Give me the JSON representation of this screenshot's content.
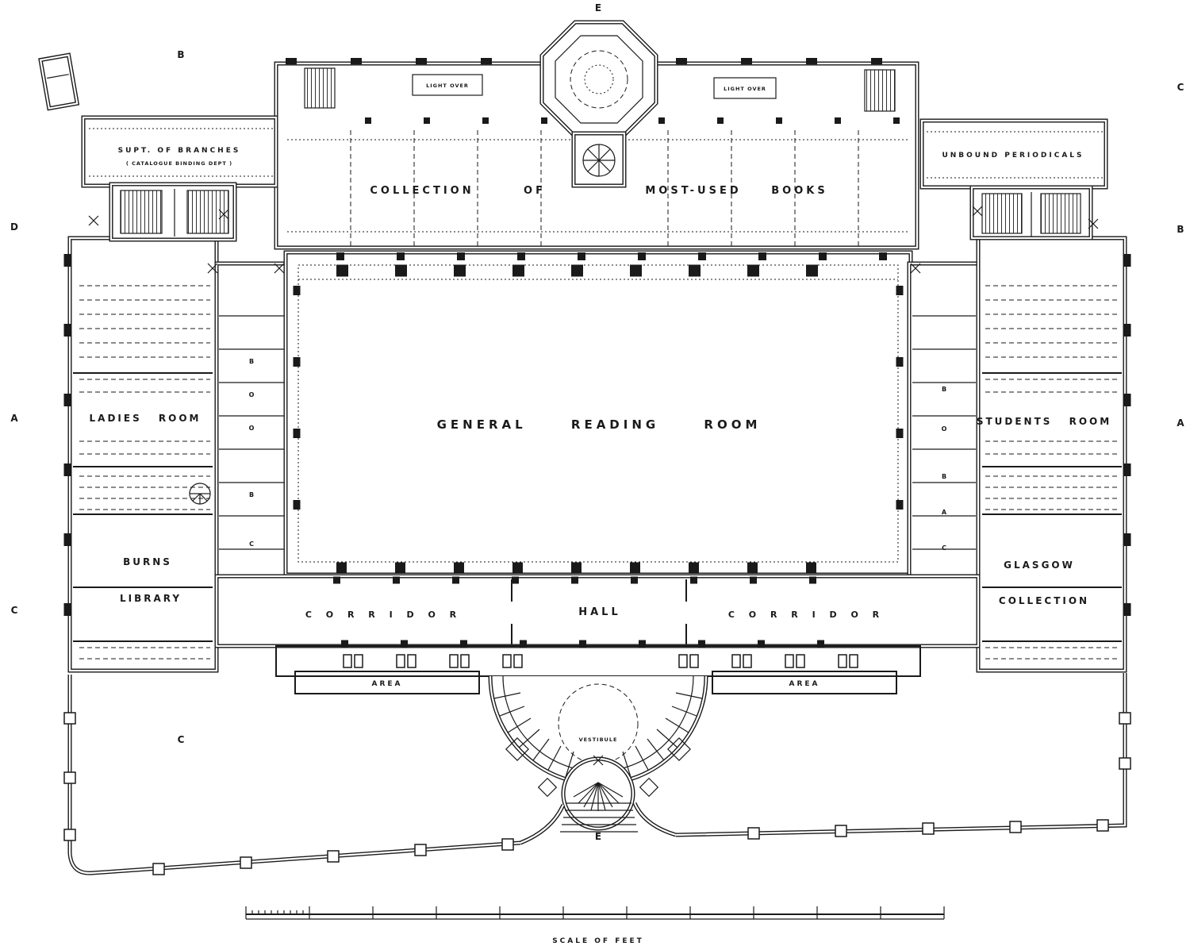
{
  "labels": {
    "supt_of_branches": "SUPT. OF BRANCHES",
    "supt_sub": "( CATALOGUE  BINDING  DEPT )",
    "light_over_left": "LIGHT OVER",
    "light_over_right": "LIGHT OVER",
    "collection": "COLLECTION",
    "of": "OF",
    "most_used": "MOST-USED",
    "books": "BOOKS",
    "unbound_periodicals": "UNBOUND PERIODICALS",
    "ladies_room": "LADIES ROOM",
    "general_reading_room": "GENERAL READING ROOM",
    "students_room": "STUDENTS ROOM",
    "burns": "BURNS",
    "library": "LIBRARY",
    "glasgow": "GLASGOW",
    "glasgow_collection": "COLLECTION",
    "corridor_left": "C O R R I D O R",
    "hall": "HALL",
    "corridor_right": "C O R R I D O R",
    "area_left": "AREA",
    "area_right": "AREA",
    "vestibule": "VESTIBULE",
    "scale_caption": "SCALE  OF  FEET"
  },
  "markers": {
    "top_b": "B",
    "top_e": "E",
    "right_c": "C",
    "right_b": "B",
    "right_a": "A",
    "left_d": "D",
    "left_a": "A",
    "left_c": "C",
    "yard_c": "C",
    "bottom_e": "E"
  },
  "cells": {
    "left": [
      "B",
      "O",
      "O",
      "B",
      "C"
    ],
    "right": [
      "B",
      "O",
      "B",
      "A",
      "C"
    ]
  },
  "colors": {
    "ink": "#1a1a1a",
    "paper": "#ffffff"
  }
}
